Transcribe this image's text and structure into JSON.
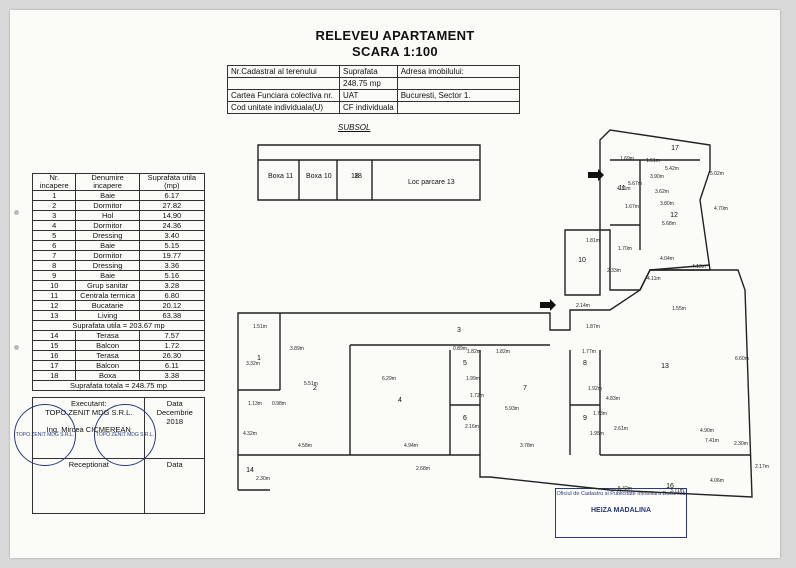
{
  "header": {
    "title": "RELEVEU APARTAMENT",
    "scale": "SCARA 1:100"
  },
  "info_table": {
    "r1": [
      "Nr.Cadastral al terenului",
      "Suprafata",
      "Adresa imobilului:"
    ],
    "r2": [
      "",
      "248.75 mp",
      ""
    ],
    "r3": [
      "Cartea Funciara colectiva nr.",
      "UAT",
      "Bucuresti, Sector 1."
    ],
    "r4": [
      "Cod unitate individuala(U)",
      "CF individuala",
      ""
    ]
  },
  "subsol_label": "SUBSOL",
  "rooms_table": {
    "headers": [
      "Nr. incapere",
      "Denumire incapere",
      "Suprafata utila (mp)"
    ],
    "rows": [
      [
        "1",
        "Baie",
        "6.17"
      ],
      [
        "2",
        "Dormitor",
        "27.82"
      ],
      [
        "3",
        "Hol",
        "14.90"
      ],
      [
        "4",
        "Dormitor",
        "24.36"
      ],
      [
        "5",
        "Dressing",
        "3.40"
      ],
      [
        "6",
        "Baie",
        "5.15"
      ],
      [
        "7",
        "Dormitor",
        "19.77"
      ],
      [
        "8",
        "Dressing",
        "3.36"
      ],
      [
        "9",
        "Baie",
        "5.16"
      ],
      [
        "10",
        "Grup sanitar",
        "3.28"
      ],
      [
        "11",
        "Centrala termica",
        "6.80"
      ],
      [
        "12",
        "Bucatarie",
        "20.12"
      ],
      [
        "13",
        "Living",
        "63.38"
      ]
    ],
    "subtotal": "Suprafata utila = 203.67 mp",
    "rows2": [
      [
        "14",
        "Terasa",
        "7.57"
      ],
      [
        "15",
        "Balcon",
        "1.72"
      ],
      [
        "16",
        "Terasa",
        "26.30"
      ],
      [
        "17",
        "Balcon",
        "6.11"
      ],
      [
        "18",
        "Boxa",
        "3.38"
      ]
    ],
    "total": "Suprafata totala = 248.75 mp"
  },
  "signature_table": {
    "col1": [
      "Executant:",
      "TOPO ZENIT MDG S.R.L.",
      "Ing. Mircea CICMEREAN"
    ],
    "col2": [
      "Data",
      "Decembrie 2018"
    ],
    "col3": [
      "Receptionat",
      "Data"
    ]
  },
  "basement": {
    "rooms": [
      "Boxa 11",
      "Boxa 10",
      "18",
      "Loc parcare 13"
    ]
  },
  "plan_labels": {
    "room_numbers": [
      "1",
      "2",
      "3",
      "4",
      "5",
      "6",
      "7",
      "8",
      "9",
      "10",
      "11",
      "12",
      "13",
      "14",
      "16",
      "17",
      "18"
    ],
    "dims": [
      "1.51m",
      "3.32m",
      "3.89m",
      "5.51m",
      "1.13m",
      "0.98m",
      "4.58m",
      "4.32m",
      "2.30m",
      "0.89m",
      "1.82m",
      "6.29m",
      "4.94m",
      "2.68m",
      "1.72m",
      "1.99m",
      "2.16m",
      "1.82m",
      "5.93m",
      "3.78m",
      "1.77m",
      "1.92m",
      "1.73m",
      "1.95m",
      "4.83m",
      "2.61m",
      "4.90m",
      "7.41m",
      "2.30m",
      "5.42m",
      "3.71m",
      "4.06m",
      "3.90m",
      "5.67m",
      "5.02m",
      "1.87m",
      "2.14m",
      "1.81m",
      "2.33m",
      "1.70m",
      "4.04m",
      "4.13m",
      "4.11m",
      "1.55m",
      "5.68m",
      "1.67m",
      "4.11m",
      "3.62m",
      "3.80m",
      "5.42m",
      "4.70m",
      "2.17m",
      "6.60m",
      "1.69m",
      "1.51m"
    ]
  },
  "stamps": {
    "left": "TOPO ZENIT MDG S.R.L.",
    "right_label": "Oficiul de Cadastru si Publicitate Imobiliara Bucuresti",
    "right_name": "HEIZA MADALINA"
  },
  "colors": {
    "line": "#222222",
    "stamp": "#2a3a7a"
  }
}
